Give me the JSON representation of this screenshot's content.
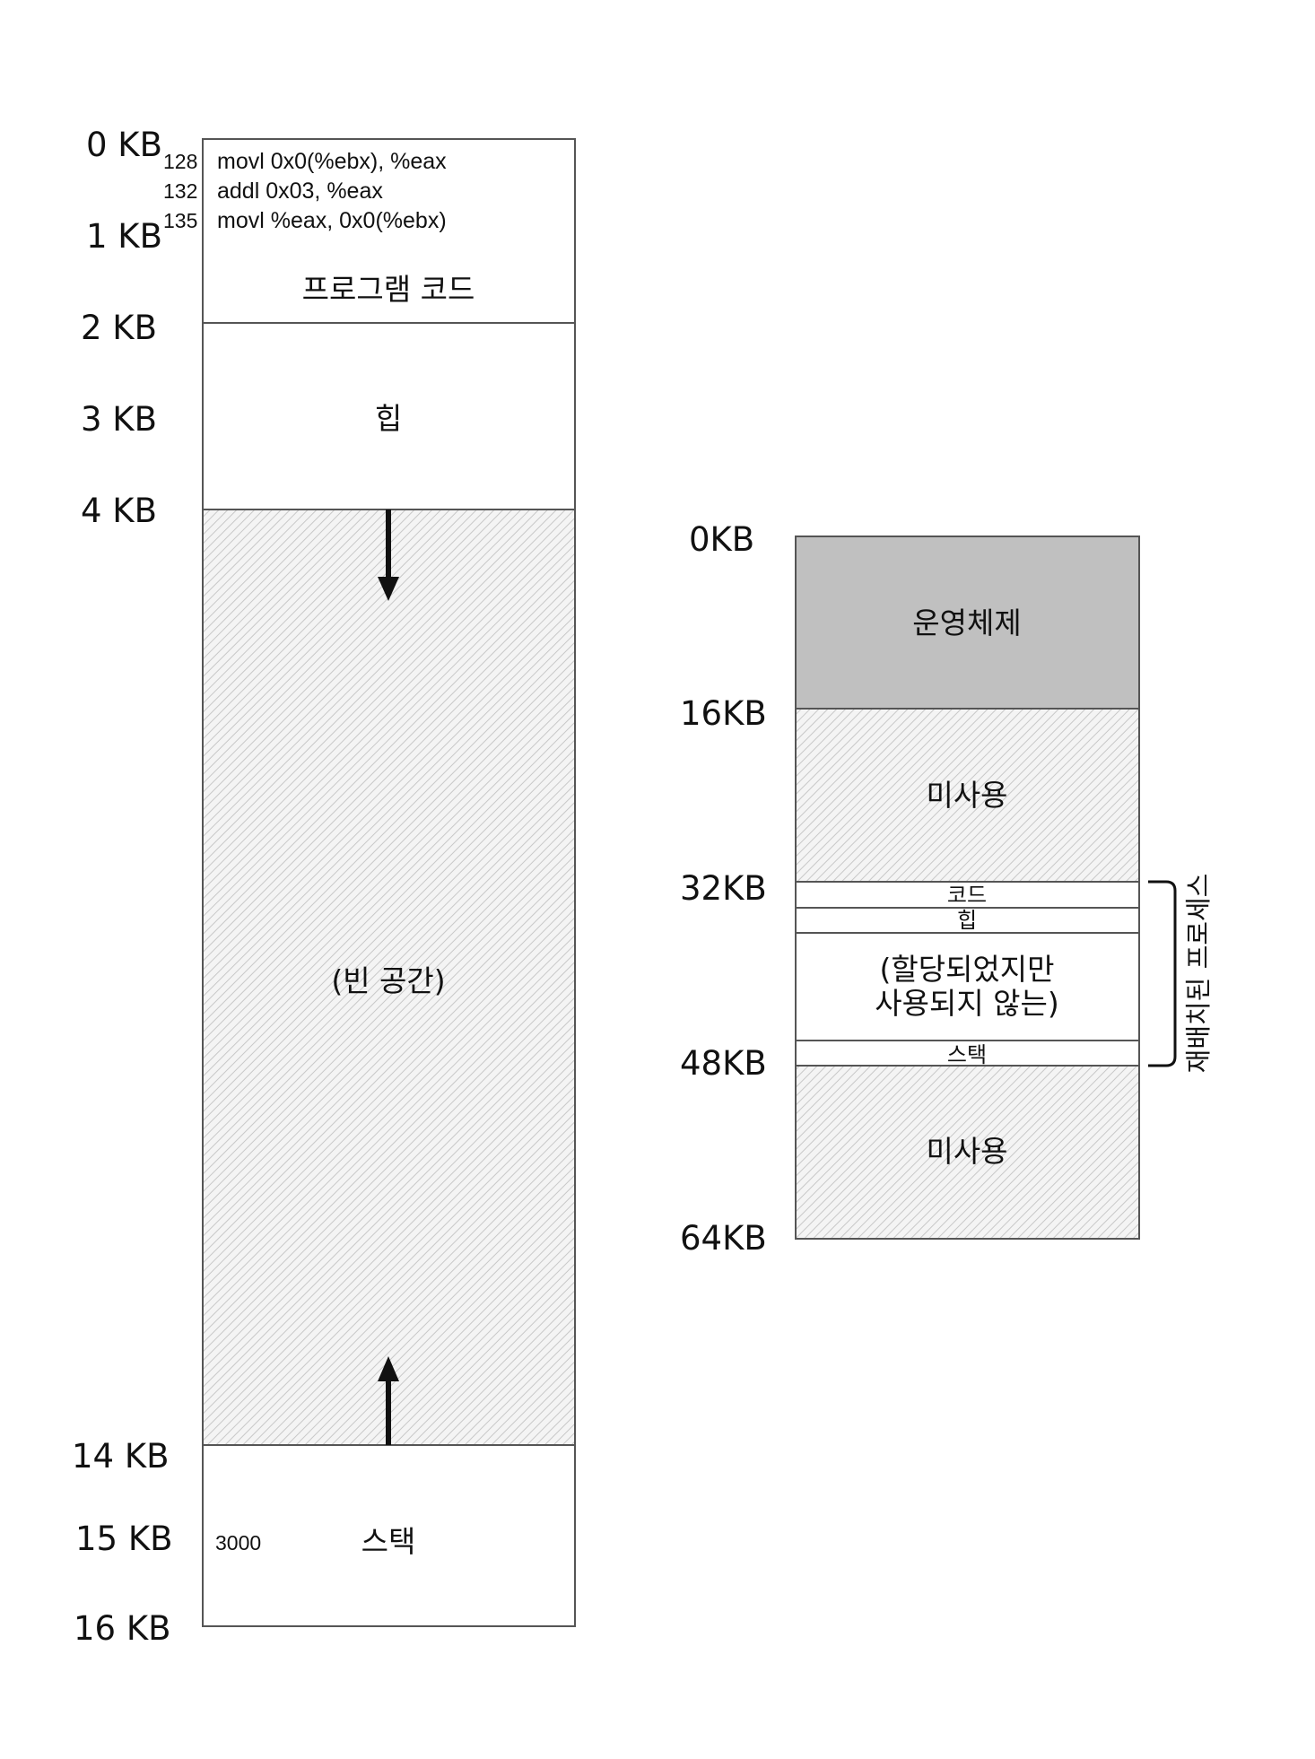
{
  "left_space": {
    "axis_labels": [
      "0 KB",
      "1 KB",
      "2 KB",
      "3 KB",
      "4 KB",
      "14 KB",
      "15 KB",
      "16 KB"
    ],
    "instructions": [
      {
        "addr": "128",
        "text": "movl 0x0(%ebx), %eax"
      },
      {
        "addr": "132",
        "text": "addl 0x03, %eax"
      },
      {
        "addr": "135",
        "text": "movl %eax, 0x0(%ebx)"
      }
    ],
    "code_label": "프로그램 코드",
    "heap_label": "힙",
    "free_label": "(빈 공간)",
    "stack_label": "스택",
    "stack_value": "3000"
  },
  "right_memory": {
    "axis_labels": [
      "0KB",
      "16KB",
      "32KB",
      "48KB",
      "64KB"
    ],
    "os_label": "운영체제",
    "unused_top_label": "미사용",
    "code_label": "코드",
    "heap_label": "힙",
    "alloc_line1": "(할당되었지만",
    "alloc_line2": "사용되지 않는)",
    "stack_label": "스택",
    "unused_bottom_label": "미사용",
    "relocated_label": "재배치된 프로세스"
  },
  "colors": {
    "os_fill": "#c0c0c0",
    "border": "#555555",
    "hatch_bg": "#f4f4f4",
    "hatch_line": "#c8c8c8"
  }
}
